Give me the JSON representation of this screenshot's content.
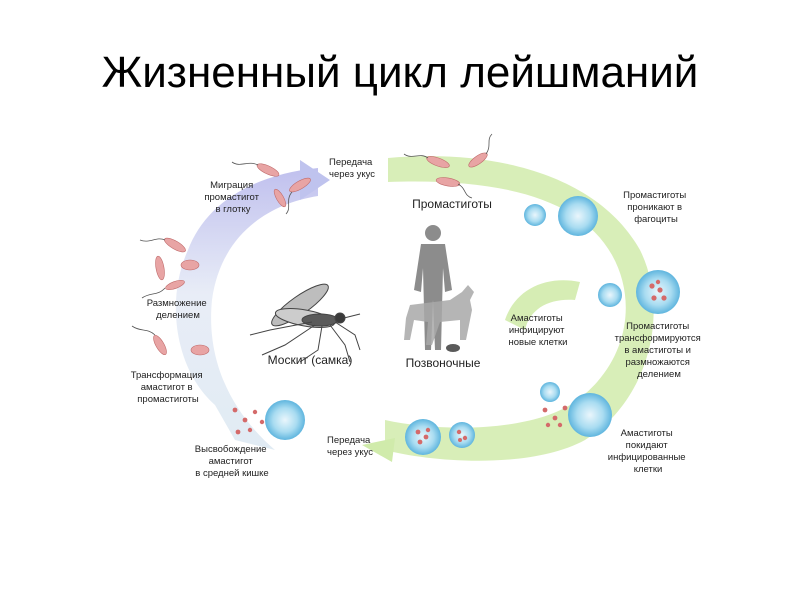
{
  "title": "Жизненный цикл лейшманий",
  "hosts": {
    "vector": "Москит (самка)",
    "vertebrate": "Позвоночные",
    "parasite_form": "Промастиготы"
  },
  "stages": {
    "transfer_top": [
      "Передача",
      "через укус"
    ],
    "migration": [
      "Миграция",
      "промастигот",
      "в глотку"
    ],
    "reproduction": [
      "Размножение",
      "делением"
    ],
    "transformation": [
      "Трансформация",
      "амастигот в",
      "промастиготы"
    ],
    "release": [
      "Высвобождение",
      "амастигот",
      "в средней кишке"
    ],
    "transfer_bottom": [
      "Передача",
      "через укус"
    ],
    "penetrate": [
      "Промастиготы",
      "проникают в",
      "фагоциты"
    ],
    "transform_multiply": [
      "Промастиготы",
      "трансформируются",
      "в амастиготы и",
      "размножаются",
      "делением"
    ],
    "infect_new": [
      "Амастиготы",
      "инфицируют",
      "новые клетки"
    ],
    "leave_cells": [
      "Амастиготы",
      "покидают",
      "инфицированные",
      "клетки"
    ]
  },
  "colors": {
    "vector_arc": "#c9c9ef",
    "host_arc": "#d9efb8",
    "cell": "#7fc6e6",
    "parasite": "#e69a9a",
    "silhouette": "#8c8c8c"
  }
}
